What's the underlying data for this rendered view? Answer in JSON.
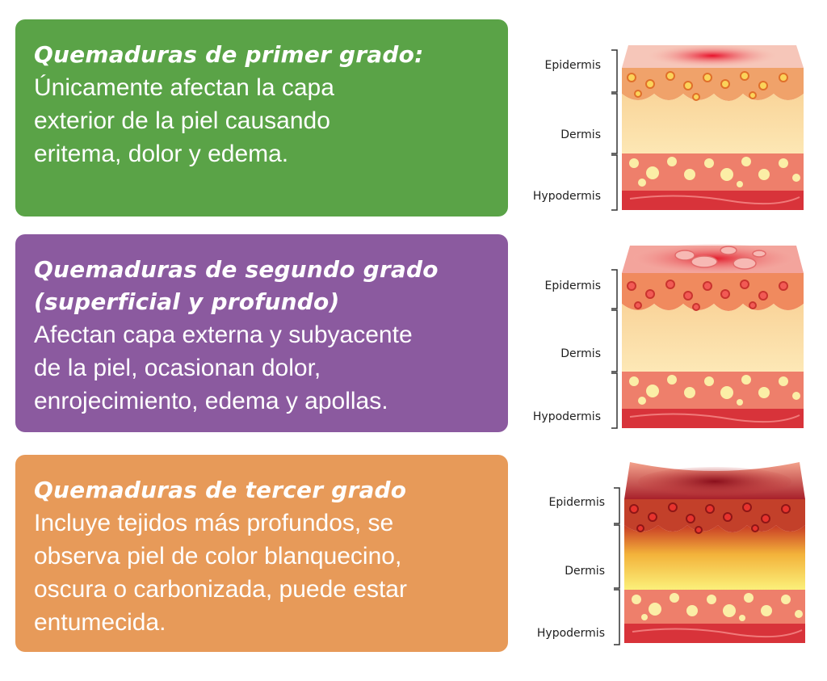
{
  "colors": {
    "first": "#5aa347",
    "second": "#8b5a9f",
    "third": "#e79a59"
  },
  "cards": [
    {
      "title": [
        "Quemaduras de primer grado:"
      ],
      "body": [
        "Únicamente afectan la capa",
        "exterior de la piel causando",
        "eritema, dolor y edema."
      ]
    },
    {
      "title": [
        "Quemaduras de segundo grado",
        "(superficial y profundo)"
      ],
      "body": [
        "Afectan capa externa y subyacente",
        "de la piel, ocasionan dolor,",
        "enrojecimiento, edema y apollas."
      ]
    },
    {
      "title": [
        "Quemaduras de tercer grado"
      ],
      "body": [
        "Incluye tejidos más profundos, se",
        "observa piel de color blanquecino,",
        "oscura o carbonizada, puede estar",
        "entumecida."
      ]
    }
  ],
  "layers": {
    "epidermis": "Epidermis",
    "dermis": "Dermis",
    "hypodermis": "Hypodermis"
  }
}
